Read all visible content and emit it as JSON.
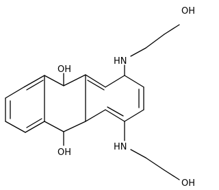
{
  "labels": {
    "oh_top_chain": "OH",
    "nh_top": "HN",
    "oh_c9": "OH",
    "oh_c10": "OH",
    "nh_bottom": "HN",
    "oh_bottom_chain": "OH"
  }
}
